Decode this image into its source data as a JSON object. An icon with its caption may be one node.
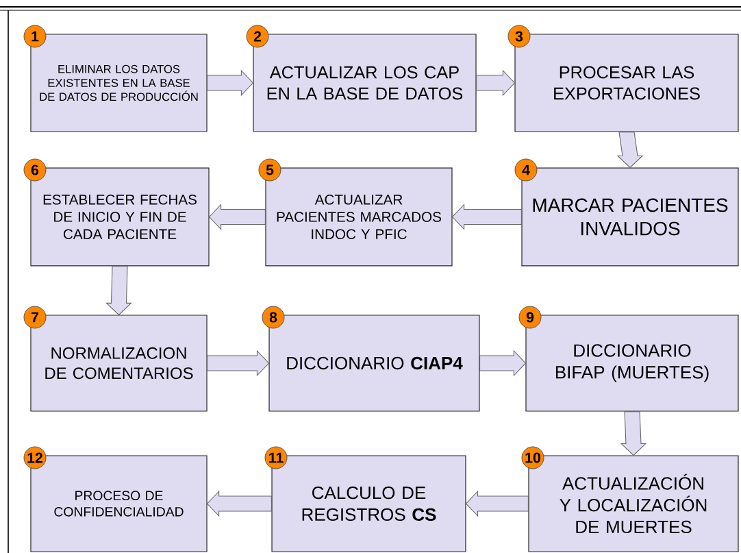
{
  "diagram": {
    "nodes": [
      {
        "text": [
          "1",
          "ELIMINAR LOS DATOS EXISTENTES EN LA BASE DE DATOS DE PRODUCCIÓN"
        ]
      },
      {
        "text": [
          "2",
          "ACTUALIZAR LOS CAP EN LA BASE DE DATOS"
        ]
      },
      {
        "text": [
          "3",
          "PROCESAR LAS EXPORTACIONES"
        ]
      },
      {
        "text": [
          "4",
          "MARCAR PACIENTES INVALIDOS"
        ]
      },
      {
        "text": [
          "5",
          "ACTUALIZAR PACIENTES MARCADOS INDOC Y PFIC"
        ]
      },
      {
        "text": [
          "6",
          "ESTABLECER FECHAS DE INICIO Y FIN DE CADA PACIENTE"
        ]
      },
      {
        "text": [
          "7",
          "NORMALIZACION DE COMENTARIOS"
        ]
      },
      {
        "text": [
          "8",
          "DICCIONARIO **CIAP4**"
        ]
      },
      {
        "text": [
          "9",
          "DICCIONARIO BIFAP (MUERTES)"
        ]
      },
      {
        "text": [
          "10",
          "ACTUALIZACIÓN Y LOCALIZACIÓN DE MUERTES"
        ]
      },
      {
        "text": [
          "11",
          "CALCULO DE REGISTROS **CS**"
        ]
      },
      {
        "text": [
          "12",
          "PROCESO DE CONFIDENCIALIDAD"
        ]
      }
    ],
    "edges": [
      {
        "from": 0,
        "to": 1,
        "arrow": "to"
      },
      {
        "from": 1,
        "to": 2,
        "arrow": "to"
      },
      {
        "from": 2,
        "to": 3,
        "arrow": "to"
      },
      {
        "from": 3,
        "to": 4,
        "arrow": "to"
      },
      {
        "from": 4,
        "to": 5,
        "arrow": "to"
      },
      {
        "from": 5,
        "to": 6,
        "arrow": "to"
      },
      {
        "from": 6,
        "to": 7,
        "arrow": "to"
      },
      {
        "from": 7,
        "to": 8,
        "arrow": "to"
      },
      {
        "from": 8,
        "to": 9,
        "arrow": "to"
      },
      {
        "from": 9,
        "to": 10,
        "arrow": "to"
      },
      {
        "from": 10,
        "to": 11,
        "arrow": "to"
      }
    ]
  }
}
